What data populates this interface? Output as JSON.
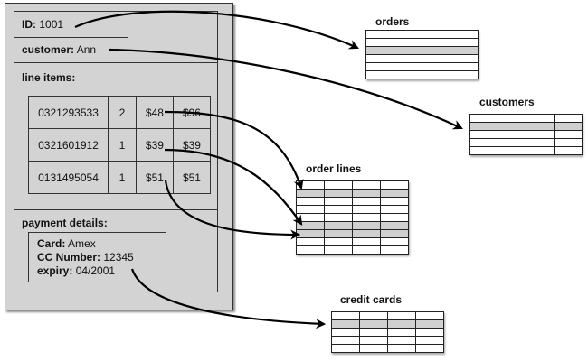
{
  "order": {
    "id_label": "ID:",
    "id_value": "1001",
    "customer_label": "customer:",
    "customer_value": "Ann",
    "line_items_label": "line items:",
    "line_items": [
      [
        "0321293533",
        "2",
        "$48",
        "$96"
      ],
      [
        "0321601912",
        "1",
        "$39",
        "$39"
      ],
      [
        "0131495054",
        "1",
        "$51",
        "$51"
      ]
    ],
    "payment_label": "payment details:",
    "payment": {
      "card_label": "Card:",
      "card_value": "Amex",
      "cc_label": "CC Number:",
      "cc_value": "12345",
      "expiry_label": "expiry:",
      "expiry_value": "04/2001"
    }
  },
  "tables": {
    "orders": {
      "title": "orders",
      "rows": 6,
      "cols": 4,
      "highlighted_rows": [
        3
      ]
    },
    "customers": {
      "title": "customers",
      "rows": 5,
      "cols": 4,
      "highlighted_rows": [
        2
      ]
    },
    "order_lines": {
      "title": "order lines",
      "rows": 9,
      "cols": 4,
      "highlighted_rows": [
        2,
        6,
        7
      ]
    },
    "credit_cards": {
      "title": "credit cards",
      "rows": 5,
      "cols": 4,
      "highlighted_rows": [
        2
      ]
    }
  },
  "mappings": [
    {
      "from": "order.id",
      "to": "orders"
    },
    {
      "from": "order.customer",
      "to": "customers"
    },
    {
      "from": "line_items.0",
      "to": "order_lines"
    },
    {
      "from": "line_items.1",
      "to": "order_lines"
    },
    {
      "from": "line_items.2",
      "to": "order_lines"
    },
    {
      "from": "payment",
      "to": "credit_cards"
    }
  ],
  "colors": {
    "panel": "#d3d3d3",
    "line": "#000000",
    "highlight_row": "#d0d0d0"
  }
}
